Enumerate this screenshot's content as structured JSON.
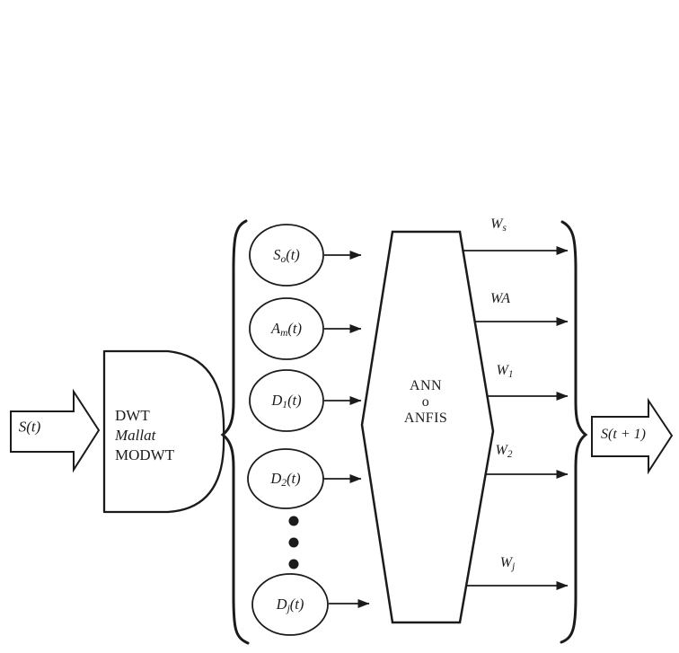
{
  "colors": {
    "ink": "#1b1b1b",
    "background": "#ffffff"
  },
  "input": {
    "label": "S(t)"
  },
  "transform_block": {
    "line1": "DWT",
    "line2": "Mallat",
    "line3": "MODWT"
  },
  "decomposition": {
    "components": [
      {
        "base": "S",
        "sub": "o",
        "suffix": "(t)"
      },
      {
        "base": "A",
        "sub": "m",
        "suffix": "(t)"
      },
      {
        "base": "D",
        "sub": "1",
        "suffix": "(t)"
      },
      {
        "base": "D",
        "sub": "2",
        "suffix": "(t)"
      },
      {
        "base": "D",
        "sub": "j",
        "suffix": "(t)"
      }
    ],
    "ellipsis_dots": 3
  },
  "model_block": {
    "line1": "ANN",
    "line2": "o",
    "line3": "ANFIS"
  },
  "weights": [
    {
      "base": "W",
      "sub": "s"
    },
    {
      "base": "WA",
      "sub": ""
    },
    {
      "base": "W",
      "sub": "1"
    },
    {
      "base": "W",
      "sub": "2"
    },
    {
      "base": "W",
      "sub": "j"
    }
  ],
  "output": {
    "label": "S(t + 1)"
  }
}
